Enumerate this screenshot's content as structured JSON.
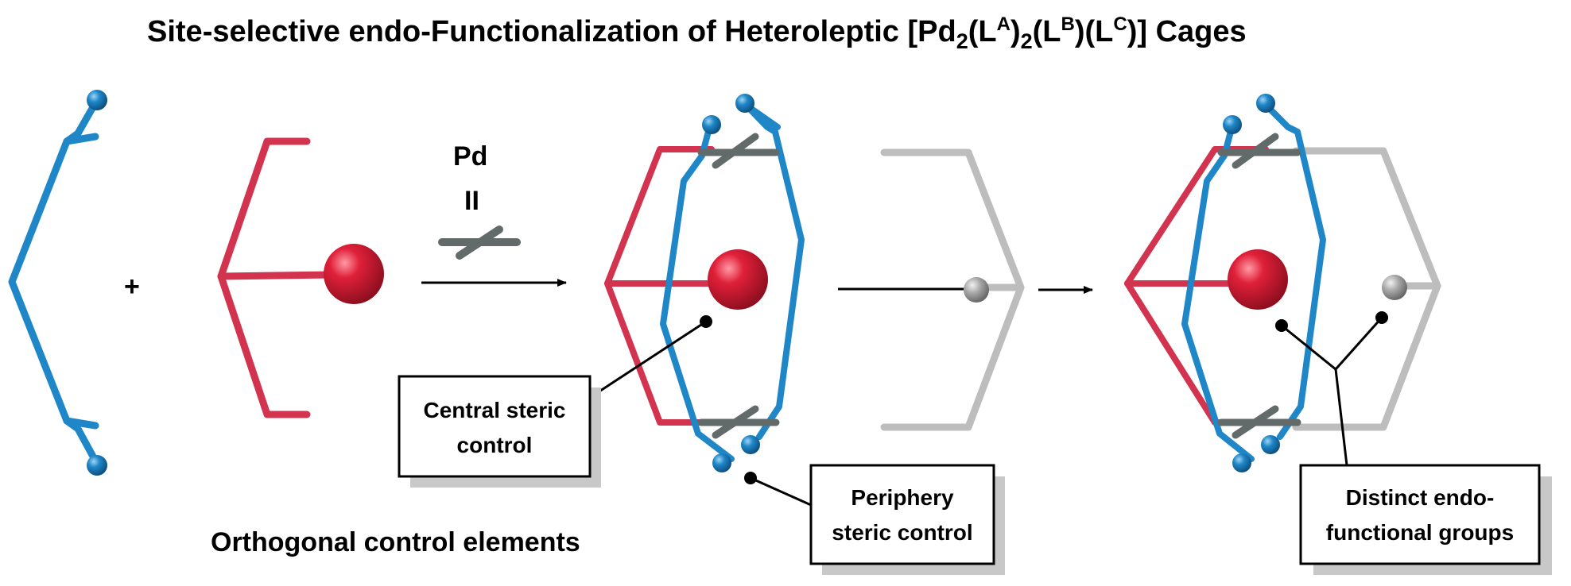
{
  "title": {
    "pre": "Site-selective endo-Functionalization of Heteroleptic [Pd",
    "sub1": "2",
    "mid1": "(L",
    "supA": "A",
    "mid2": ")",
    "sub2": "2",
    "mid3": "(L",
    "supB": "B",
    "mid4": ")(L",
    "supC": "C",
    "post": ")] Cages"
  },
  "plus": "+",
  "reagent": {
    "metal": "Pd",
    "equals": "II"
  },
  "labels": {
    "central": [
      "Central steric",
      "control"
    ],
    "periphery": [
      "Periphery",
      "steric control"
    ],
    "distinct": [
      "Distinct endo-",
      "functional groups"
    ],
    "orthogonal": "Orthogonal control elements"
  },
  "colors": {
    "blue": "#1f87c8",
    "red": "#d2344f",
    "gray_ligand": "#bdbdbd",
    "pd_bar": "#626a6a"
  }
}
